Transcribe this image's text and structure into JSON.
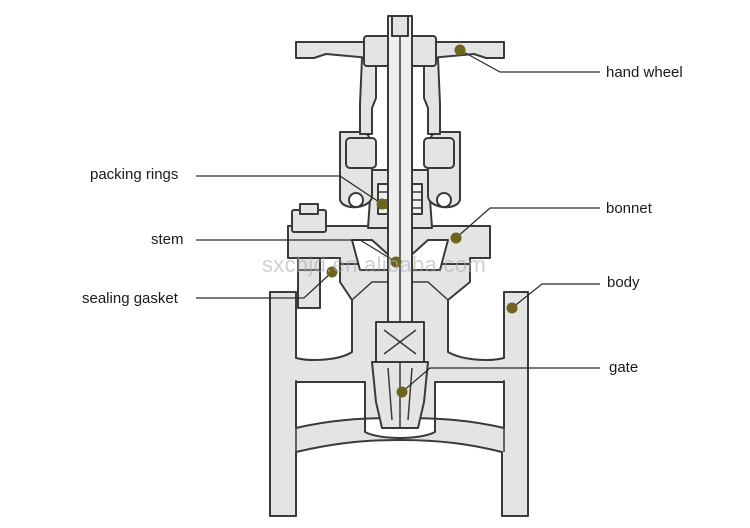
{
  "labels": {
    "hand_wheel": "hand wheel",
    "packing_rings": "packing rings",
    "bonnet": "bonnet",
    "stem": "stem",
    "body": "body",
    "sealing_gasket": "sealing gasket",
    "gate": "gate"
  },
  "watermark": "sxchjd.en.alibaba.com",
  "colors": {
    "marker_dot": "#6e6420",
    "part_fill": "#e4e4e4",
    "outline": "#3a3a3a"
  }
}
